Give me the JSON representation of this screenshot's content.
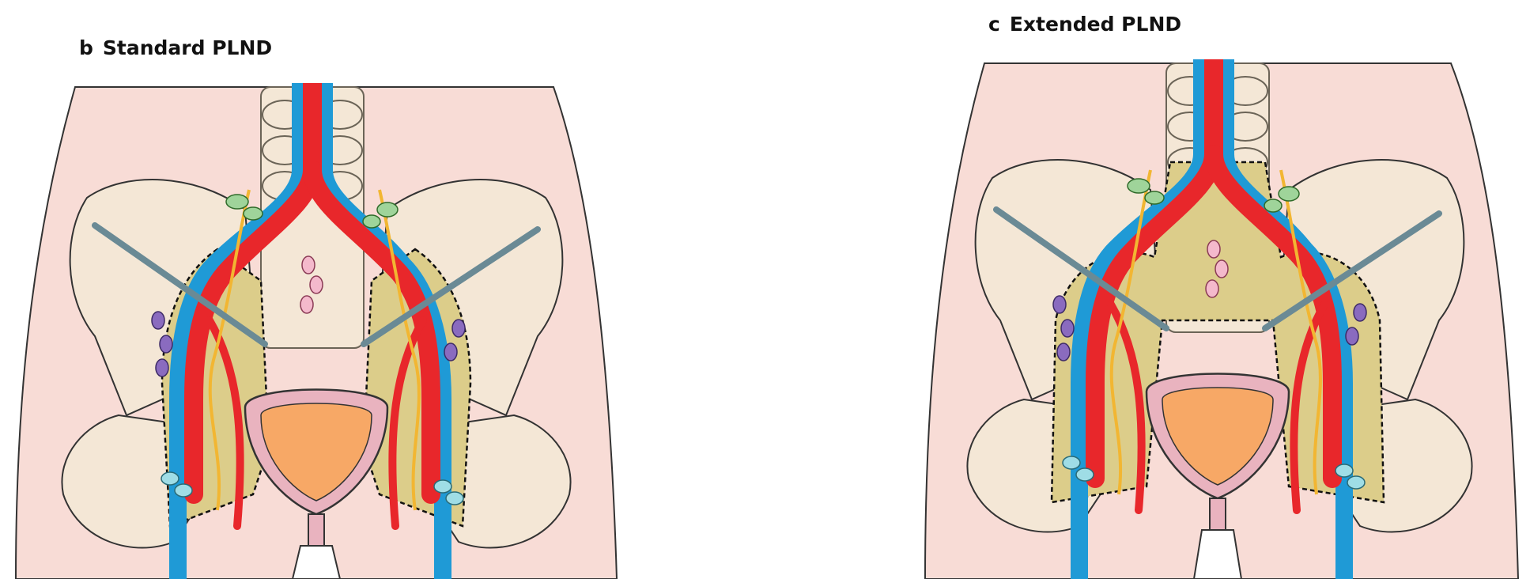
{
  "panels": [
    {
      "letter": "b",
      "title": "Standard PLND"
    },
    {
      "letter": "c",
      "title": "Extended PLND"
    }
  ],
  "colors": {
    "skin": "#f8dcd6",
    "bone": "#f4e7d6",
    "field": "#dccd8a",
    "artery": "#e8272b",
    "vein": "#1f9ad6",
    "nerve": "#f2b632",
    "node_green": "#9fd49a",
    "node_purple": "#8a6bbf",
    "node_cyan": "#9fdde6",
    "node_pink": "#f4b9cc",
    "bladder_outer": "#e9b3bf",
    "bladder_inner": "#f7a866",
    "instrument": "#bcd6df"
  }
}
